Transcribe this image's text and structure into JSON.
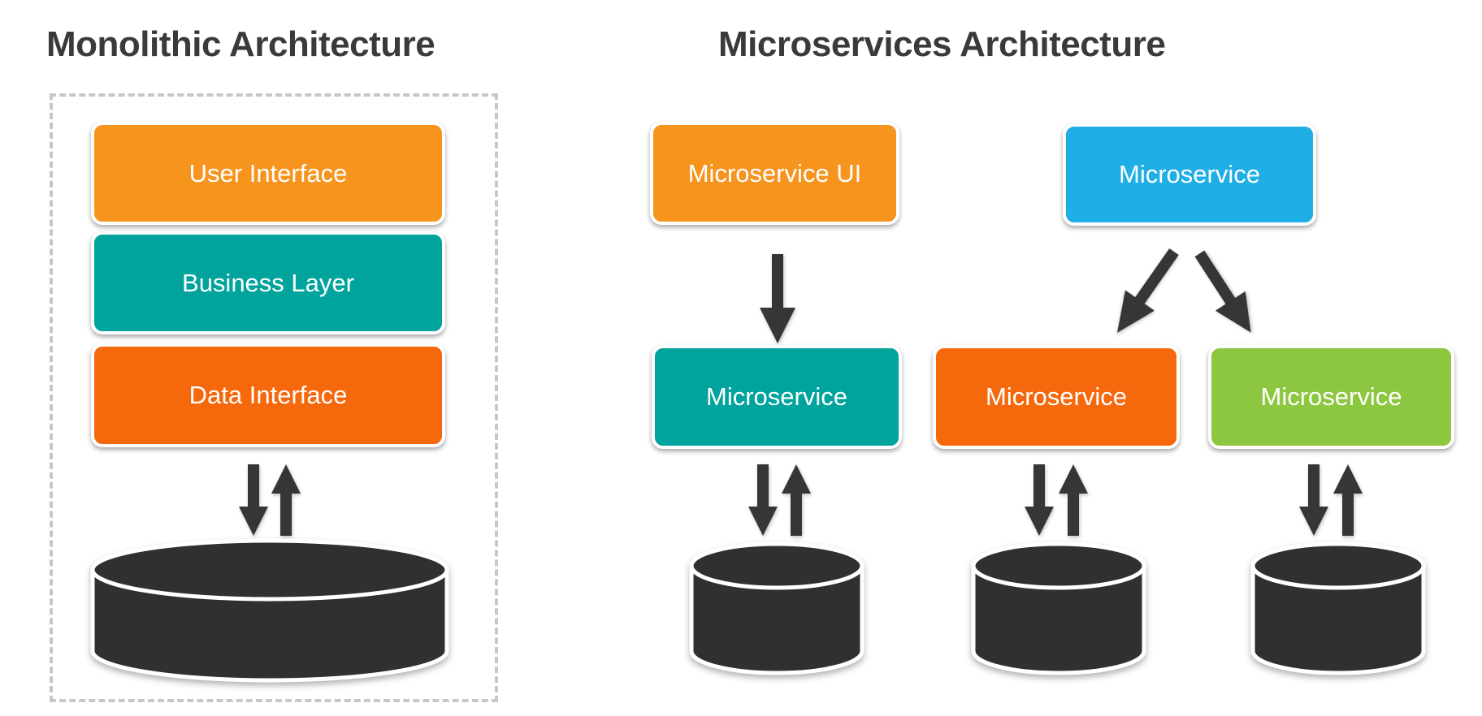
{
  "monolith": {
    "title": "Monolithic Architecture",
    "layers": [
      {
        "label": "User Interface",
        "color": "#F7941E"
      },
      {
        "label": "Business Layer",
        "color": "#00A49C"
      },
      {
        "label": "Data Interface",
        "color": "#F5680B"
      }
    ],
    "database": {
      "icon": "database-cylinder",
      "color": "#303030"
    }
  },
  "microservices": {
    "title": "Microservices Architecture",
    "ui_service": {
      "label": "Microservice UI",
      "color": "#F7941E"
    },
    "top_service": {
      "label": "Microservice",
      "color": "#20AEE6"
    },
    "services": [
      {
        "label": "Microservice",
        "color": "#00A49C"
      },
      {
        "label": "Microservice",
        "color": "#F5680B"
      },
      {
        "label": "Microservice",
        "color": "#8DC63F"
      }
    ],
    "databases": [
      {
        "icon": "database-cylinder",
        "color": "#303030"
      },
      {
        "icon": "database-cylinder",
        "color": "#303030"
      },
      {
        "icon": "database-cylinder",
        "color": "#303030"
      }
    ]
  },
  "style": {
    "arrow_color": "#363636",
    "title_color": "#3A3A3A",
    "box_text_color": "#FFFFFF",
    "dashed_border_color": "#C7C7C7",
    "background": "#FFFFFF"
  }
}
